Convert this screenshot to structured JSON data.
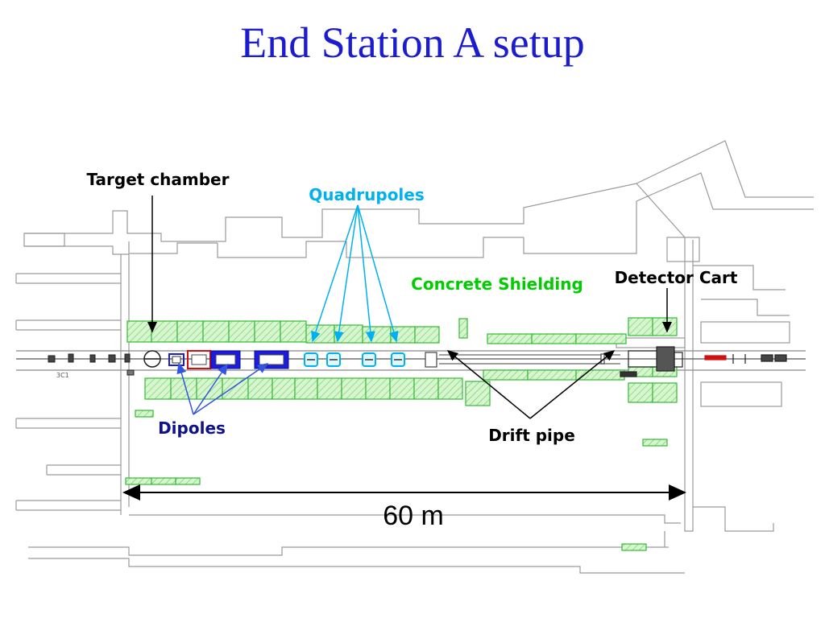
{
  "title": "End Station A setup",
  "labels": {
    "target_chamber": "Target chamber",
    "quadrupoles": "Quadrupoles",
    "concrete_shielding": "Concrete Shielding",
    "detector_cart": "Detector Cart",
    "dipoles": "Dipoles",
    "drift_pipe": "Drift pipe",
    "scale": "60 m"
  },
  "small_marks": {
    "beamline_tag": "3C1"
  },
  "colors": {
    "title": "#1c1ccf",
    "quadrupoles_label": "#00b0f0",
    "concrete_label": "#00cc00",
    "dipoles_label": "#10108c",
    "shielding_fill": "#c8f0c0",
    "shielding_stroke": "#33bb33",
    "dipole_blue": "#1c1ce0",
    "dipole_red": "#d01010",
    "outline": "#9a9a9a"
  }
}
